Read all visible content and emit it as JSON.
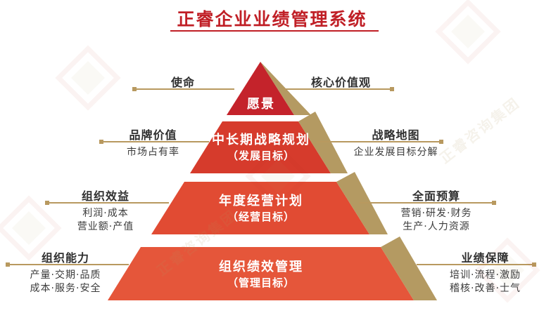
{
  "title": "正睿企业业绩管理系统",
  "watermark_text": "正睿咨询集团",
  "colors": {
    "title_red": "#c01f26",
    "level_reds": [
      "#c4232b",
      "#d63b2c",
      "#e14b33",
      "#e5563a"
    ],
    "gold_side": "#b49a62",
    "gold_line": "#b8995f",
    "label_dark": "#2f2f2f"
  },
  "rows": [
    {
      "level": {
        "label": "愿景",
        "sublabel": ""
      },
      "left": {
        "title": "使命",
        "subs": []
      },
      "right": {
        "title": "核心价值观",
        "subs": []
      }
    },
    {
      "level": {
        "label": "中长期战略规划",
        "sublabel": "（发展目标）"
      },
      "left": {
        "title": "品牌价值",
        "subs": [
          "市场占有率"
        ]
      },
      "right": {
        "title": "战略地图",
        "subs": [
          "企业发展目标分解"
        ]
      }
    },
    {
      "level": {
        "label": "年度经营计划",
        "sublabel": "（经营目标）"
      },
      "left": {
        "title": "组织效益",
        "subs": [
          "利润·成本",
          "营业额·产值"
        ]
      },
      "right": {
        "title": "全面预算",
        "subs": [
          "营销·研发·财务",
          "生产·人力资源"
        ]
      }
    },
    {
      "level": {
        "label": "组织绩效管理",
        "sublabel": "（管理目标）"
      },
      "left": {
        "title": "组织能力",
        "subs": [
          "产量·交期·品质",
          "成本·服务·安全"
        ]
      },
      "right": {
        "title": "业绩保障",
        "subs": [
          "培训·流程·激励",
          "稽核·改善·士气"
        ]
      }
    }
  ]
}
